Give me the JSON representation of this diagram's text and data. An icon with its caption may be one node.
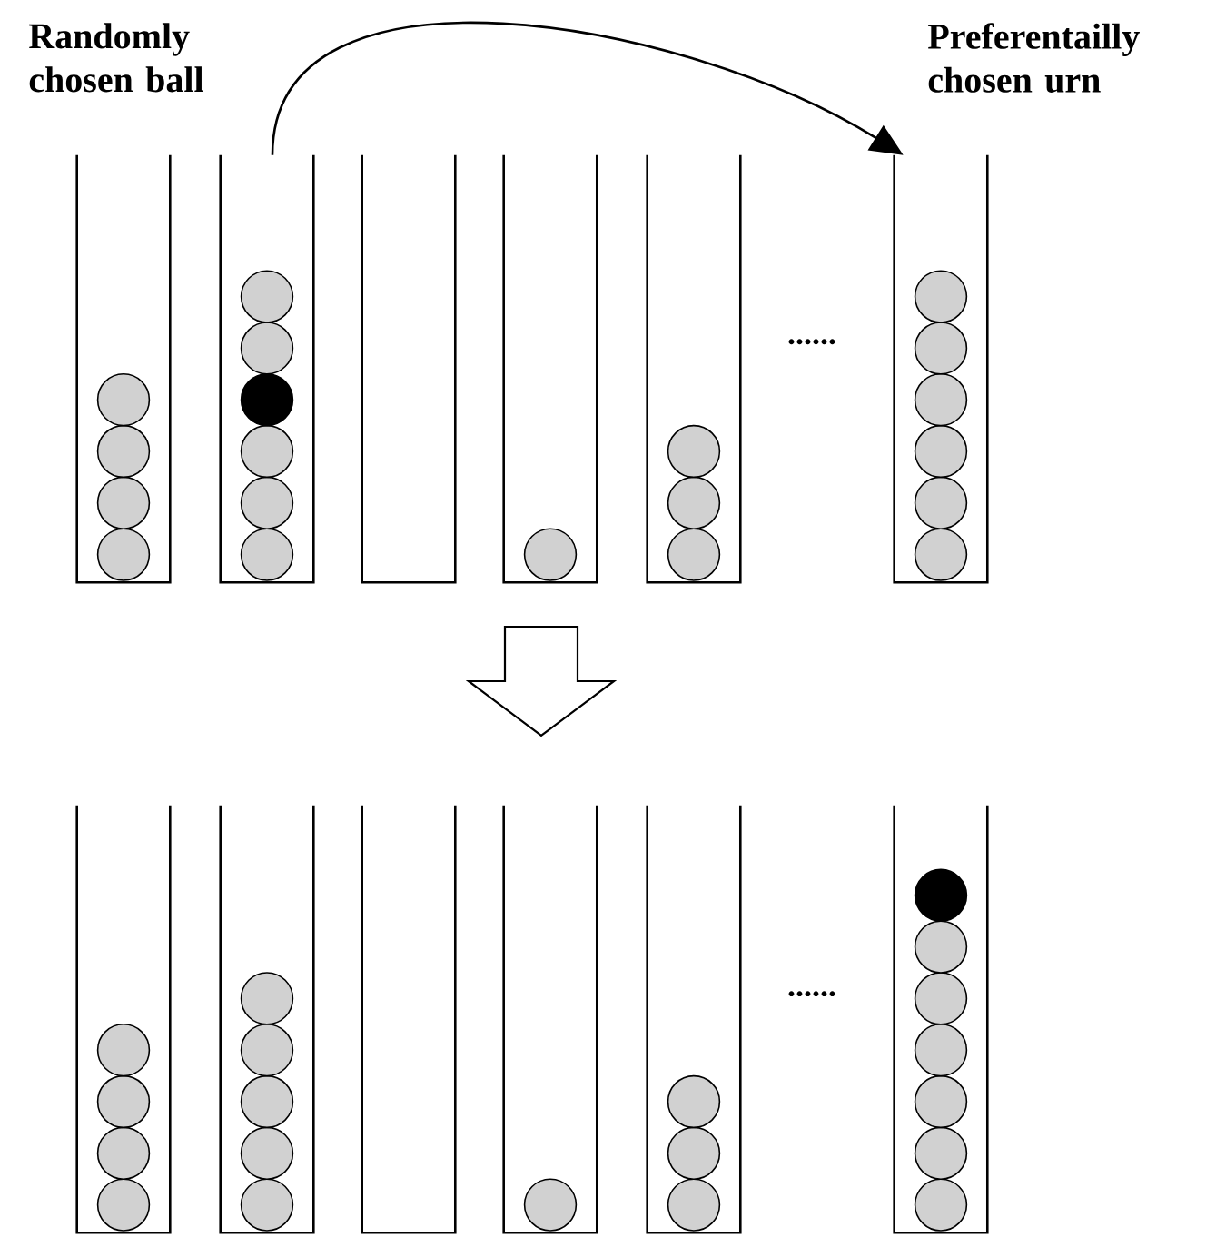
{
  "diagram": {
    "nodes": [
      {
        "text": [],
        "shape": "box"
      },
      {
        "text": [],
        "shape": "box"
      },
      {
        "text": [],
        "shape": "box"
      },
      {
        "text": [],
        "shape": "box"
      },
      {
        "text": [],
        "shape": "box"
      },
      {
        "text": [],
        "shape": "box"
      },
      {
        "text": [],
        "shape": "box"
      },
      {
        "text": [],
        "shape": "box"
      },
      {
        "text": [],
        "shape": "box"
      },
      {
        "text": [],
        "shape": "box"
      },
      {
        "text": [],
        "shape": "box"
      },
      {
        "text": [],
        "shape": "box"
      }
    ],
    "edges": [
      {
        "from": 1,
        "to": 5,
        "arrow": "to"
      }
    ],
    "labels": [
      "Randomly chosen ball",
      "Preferentailly chosen urn",
      "......",
      "......"
    ]
  }
}
